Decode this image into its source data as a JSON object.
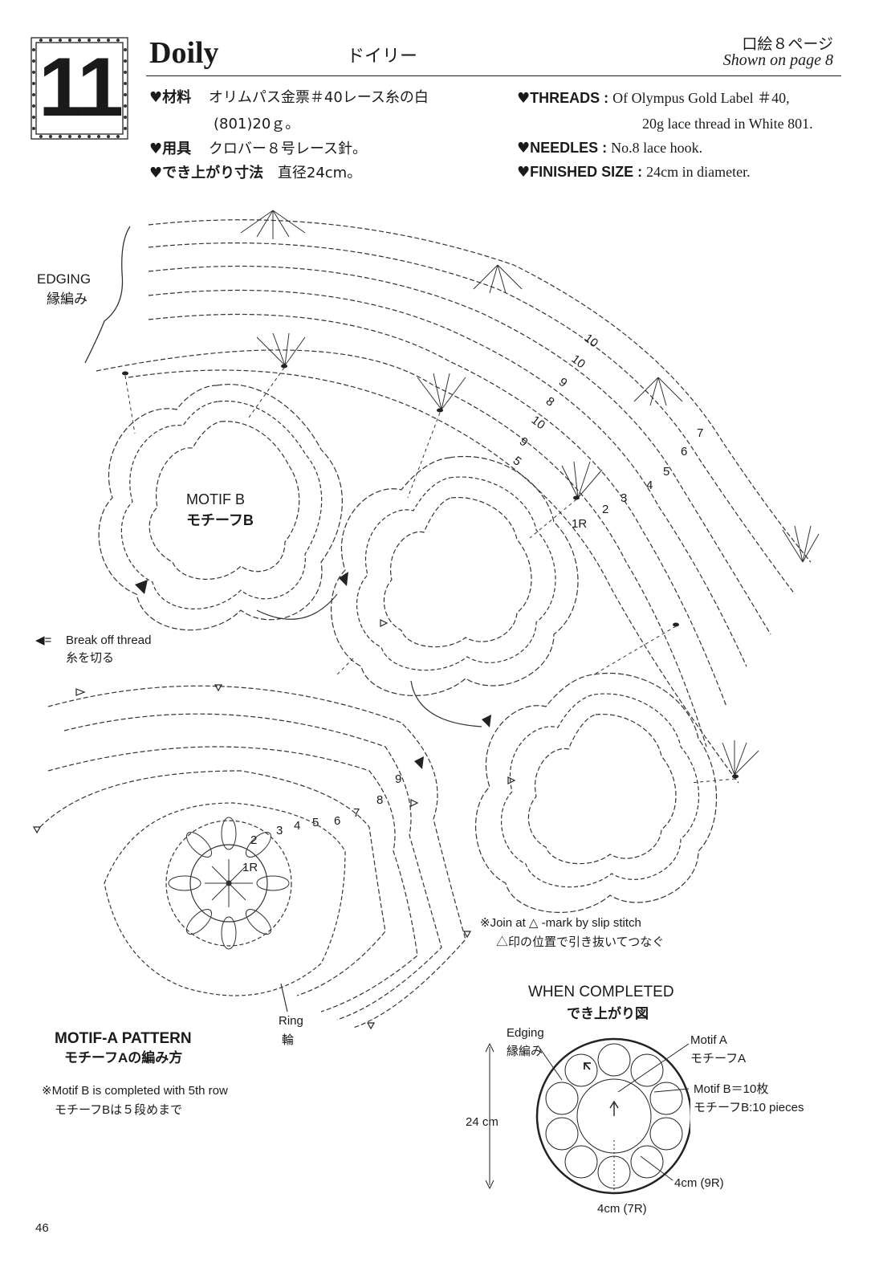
{
  "header": {
    "number": "11",
    "title_en": "Doily",
    "title_jp": "ドイリー",
    "page_ref_jp": "口絵８ページ",
    "page_ref_en": "Shown on page 8"
  },
  "materials_jp": {
    "threads_label": "材料",
    "threads_value": "オリムパス金票＃40レース糸の白",
    "threads_value2": "(801)20ｇ。",
    "needles_label": "用具",
    "needles_value": "クロバー８号レース針。",
    "size_label": "でき上がり寸法",
    "size_value": "直径24cm。"
  },
  "materials_en": {
    "threads_label": "THREADS",
    "threads_value": "Of Olympus Gold Label ＃40,",
    "threads_value2": "20g lace thread in White 801.",
    "needles_label": "NEEDLES",
    "needles_value": "No.8 lace hook.",
    "size_label": "FINISHED SIZE",
    "size_value": "24cm in diameter."
  },
  "diagram": {
    "edging_en": "EDGING",
    "edging_jp": "縁編み",
    "motif_b_en": "MOTIF B",
    "motif_b_jp": "モチーフB",
    "break_symbol": "◀=",
    "break_en": "Break off thread",
    "break_jp": "糸を切る",
    "ring_en": "Ring",
    "ring_jp": "輪",
    "motif_a_en": "MOTIF-A PATTERN",
    "motif_a_jp": "モチーフAの編み方",
    "note_b_en": "※Motif B is completed with 5th row",
    "note_b_jp": "モチーフBは５段めまで",
    "join_en": "※Join at △ -mark by slip stitch",
    "join_jp": "△印の位置で引き抜いてつなぐ",
    "edging_rows": [
      "1R",
      "2",
      "3",
      "4",
      "5",
      "6",
      "7"
    ],
    "edging_stack_rows": [
      "10",
      "10",
      "9",
      "8",
      "10",
      "9",
      "5"
    ],
    "motif_a_rows": [
      "2",
      "1R",
      "3",
      "4",
      "5",
      "6",
      "7",
      "8",
      "9"
    ]
  },
  "completed": {
    "title_en": "WHEN COMPLETED",
    "title_jp": "でき上がり図",
    "edging_en": "Edging",
    "edging_jp": "縁編み",
    "motif_a_en": "Motif A",
    "motif_a_jp": "モチーフA",
    "motif_b_count": "Motif B＝10枚",
    "motif_b_en": "モチーフB:10 pieces",
    "diameter": "24 cm",
    "width_9r": "4cm (9R)",
    "width_7r": "4cm (7R)"
  },
  "footer": {
    "page_number": "46"
  }
}
